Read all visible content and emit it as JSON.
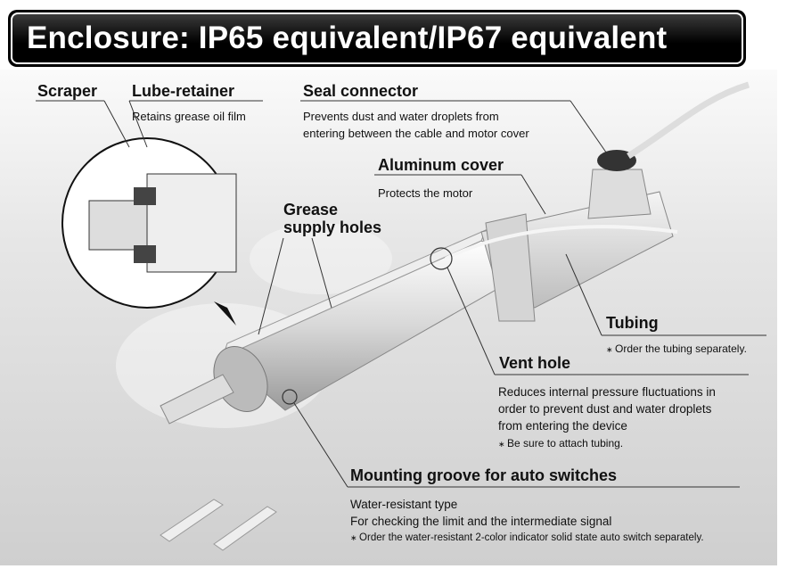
{
  "title": "Enclosure: IP65 equivalent/IP67 equivalent",
  "labels": {
    "scraper": {
      "title": "Scraper"
    },
    "lube_retainer": {
      "title": "Lube-retainer",
      "desc": "Retains grease oil film"
    },
    "seal_connector": {
      "title": "Seal connector",
      "desc": [
        "Prevents dust and water droplets from",
        "entering between the cable and motor cover"
      ]
    },
    "aluminum_cover": {
      "title": "Aluminum cover",
      "desc": "Protects the motor"
    },
    "grease_holes": {
      "title": [
        "Grease",
        "supply holes"
      ]
    },
    "tubing": {
      "title": "Tubing",
      "note": "Order the tubing separately."
    },
    "vent_hole": {
      "title": "Vent hole",
      "desc": [
        "Reduces internal pressure fluctuations in",
        "order to prevent dust and water droplets",
        "from entering the device"
      ],
      "note": "Be sure to attach tubing."
    },
    "mounting_groove": {
      "title": "Mounting groove for auto switches",
      "desc": [
        "Water-resistant type",
        "For checking the limit and the intermediate signal"
      ],
      "note": "Order the water-resistant 2-color indicator solid state auto switch separately."
    }
  }
}
